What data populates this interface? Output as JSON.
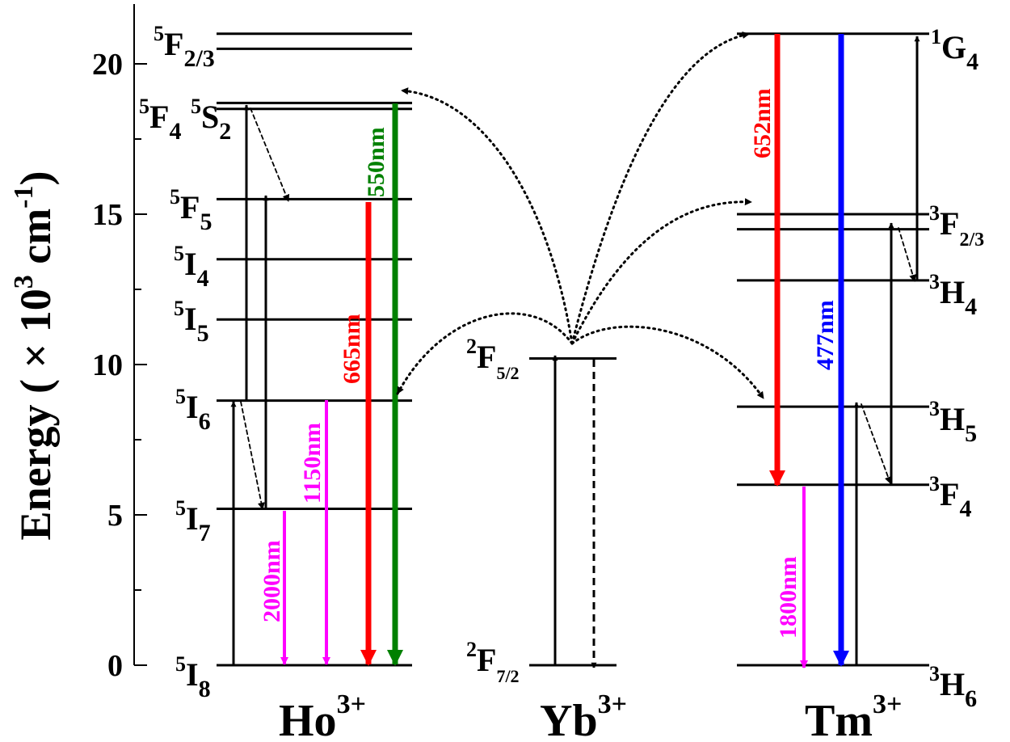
{
  "axis": {
    "label": "Energy ( × 10",
    "label_sup": "3",
    "label_unit": " cm",
    "label_unit_sup": "-1",
    "label_close": ")",
    "ticks": [
      {
        "value": 0,
        "label": "0"
      },
      {
        "value": 5,
        "label": "5"
      },
      {
        "value": 10,
        "label": "10"
      },
      {
        "value": 15,
        "label": "15"
      },
      {
        "value": 20,
        "label": "20"
      }
    ],
    "range": [
      0,
      21.5
    ]
  },
  "ions": {
    "ho": {
      "name": "Ho",
      "charge": "3+",
      "levels": [
        {
          "id": "5I8",
          "energy": 0,
          "sup": "5",
          "base": "I",
          "sub": "8"
        },
        {
          "id": "5I7",
          "energy": 5.2,
          "sup": "5",
          "base": "I",
          "sub": "7"
        },
        {
          "id": "5I6",
          "energy": 8.8,
          "sup": "5",
          "base": "I",
          "sub": "6"
        },
        {
          "id": "5I5",
          "energy": 11.5,
          "sup": "5",
          "base": "I",
          "sub": "5"
        },
        {
          "id": "5I4",
          "energy": 13.5,
          "sup": "5",
          "base": "I",
          "sub": "4"
        },
        {
          "id": "5F5",
          "energy": 15.5,
          "sup": "5",
          "base": "F",
          "sub": "5"
        },
        {
          "id": "5S2",
          "energy": 18.5,
          "sup": "5",
          "base": "S",
          "sub": "2"
        },
        {
          "id": "5F4",
          "energy": 18.7,
          "sup": "5",
          "base": "F",
          "sub": "4"
        },
        {
          "id": "5F3",
          "energy": 20.5,
          "sup": "5",
          "base": "F",
          "sub": "2/3"
        },
        {
          "id": "5F2",
          "energy": 21.0,
          "sup": "5",
          "base": "F",
          "sub": ""
        }
      ],
      "emissions": [
        {
          "label": "2000nm",
          "color": "#ff00ff"
        },
        {
          "label": "1150nm",
          "color": "#ff00ff"
        },
        {
          "label": "665nm",
          "color": "#ff0000"
        },
        {
          "label": "550nm",
          "color": "#008000"
        }
      ]
    },
    "yb": {
      "name": "Yb",
      "charge": "3+",
      "levels": [
        {
          "id": "2F7/2",
          "energy": 0,
          "sup": "2",
          "base": "F",
          "sub": "7/2"
        },
        {
          "id": "2F5/2",
          "energy": 10.2,
          "sup": "2",
          "base": "F",
          "sub": "5/2"
        }
      ]
    },
    "tm": {
      "name": "Tm",
      "charge": "3+",
      "levels": [
        {
          "id": "3H6",
          "energy": 0,
          "sup": "3",
          "base": "H",
          "sub": "6"
        },
        {
          "id": "3F4",
          "energy": 6.0,
          "sup": "3",
          "base": "F",
          "sub": "4"
        },
        {
          "id": "3H5",
          "energy": 8.6,
          "sup": "3",
          "base": "H",
          "sub": "5"
        },
        {
          "id": "3H4",
          "energy": 12.8,
          "sup": "3",
          "base": "H",
          "sub": "4"
        },
        {
          "id": "3F3",
          "energy": 14.5,
          "sup": "3",
          "base": "F",
          "sub": "2/3"
        },
        {
          "id": "3F2",
          "energy": 15.0,
          "sup": "3",
          "base": "F",
          "sub": ""
        },
        {
          "id": "1G4",
          "energy": 21.0,
          "sup": "1",
          "base": "G",
          "sub": "4"
        }
      ],
      "emissions": [
        {
          "label": "652nm",
          "color": "#ff0000"
        },
        {
          "label": "477nm",
          "color": "#0000ff"
        },
        {
          "label": "1800nm",
          "color": "#ff00ff"
        }
      ]
    }
  },
  "colors": {
    "axis": "#000000",
    "magenta": "#ff00ff",
    "red": "#ff0000",
    "green": "#008000",
    "blue": "#0000ff"
  }
}
